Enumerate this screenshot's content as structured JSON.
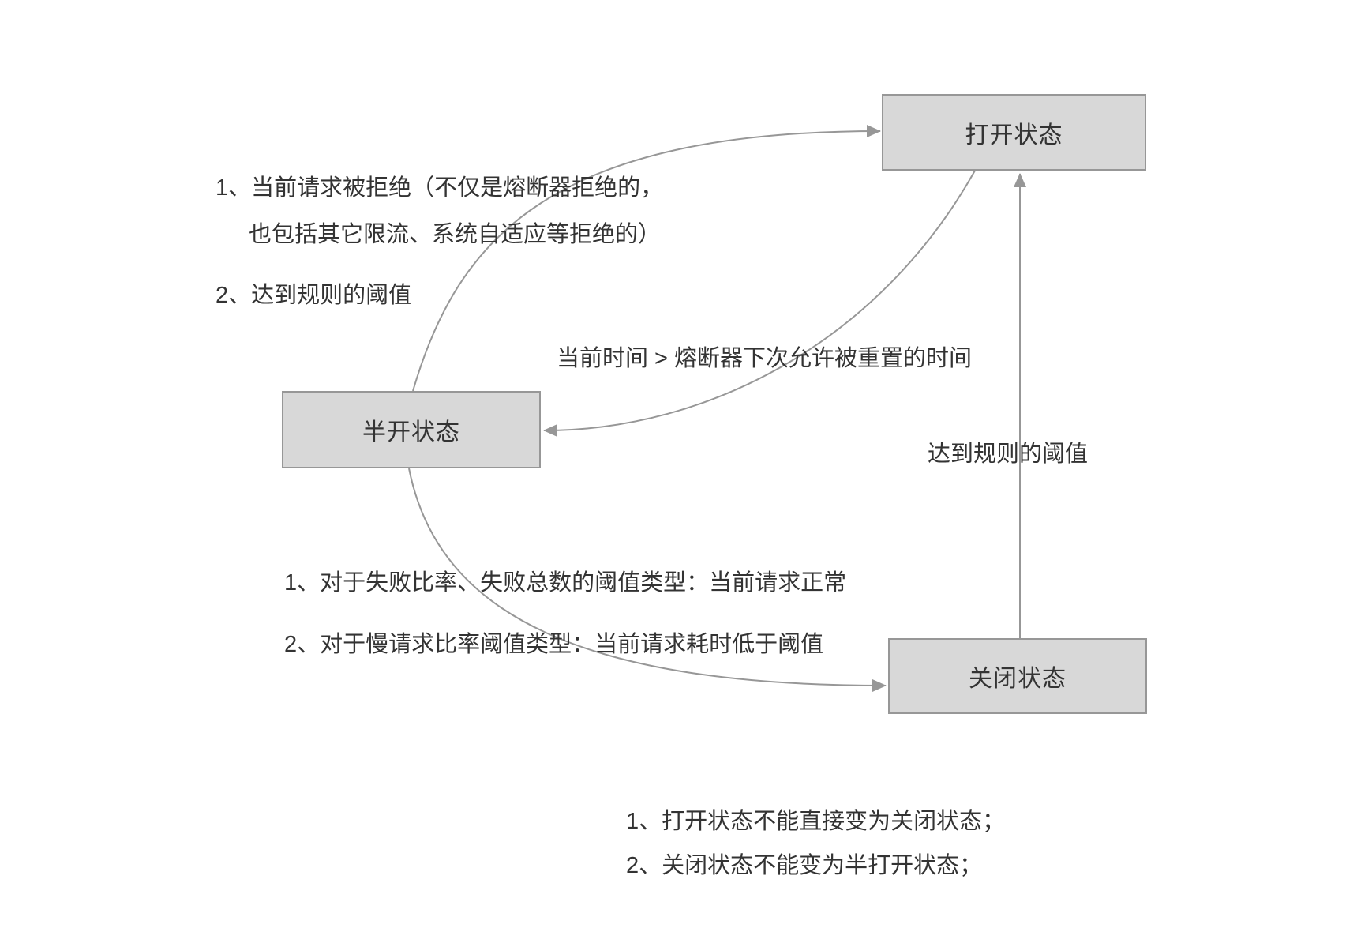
{
  "colors": {
    "background": "#ffffff",
    "node_fill": "#d8d8d8",
    "node_border": "#979797",
    "edge": "#979797",
    "text": "#333333"
  },
  "nodes": [
    {
      "id": "open",
      "label": "打开状态"
    },
    {
      "id": "half_open",
      "label": "半开状态"
    },
    {
      "id": "closed",
      "label": "关闭状态"
    }
  ],
  "annotations": {
    "half_to_open": {
      "line1": "1、当前请求被拒绝（不仅是熔断器拒绝的，",
      "line2": "也包括其它限流、系统自适应等拒绝的）",
      "line3": "2、达到规则的阈值"
    },
    "open_to_half": "当前时间 > 熔断器下次允许被重置的时间",
    "closed_to_open": "达到规则的阈值",
    "half_to_closed": {
      "line1": "1、对于失败比率、失败总数的阈值类型：当前请求正常",
      "line2": "2、对于慢请求比率阈值类型：当前请求耗时低于阈值"
    },
    "footnote": {
      "line1": "1、打开状态不能直接变为关闭状态；",
      "line2": "2、关闭状态不能变为半打开状态；"
    }
  }
}
